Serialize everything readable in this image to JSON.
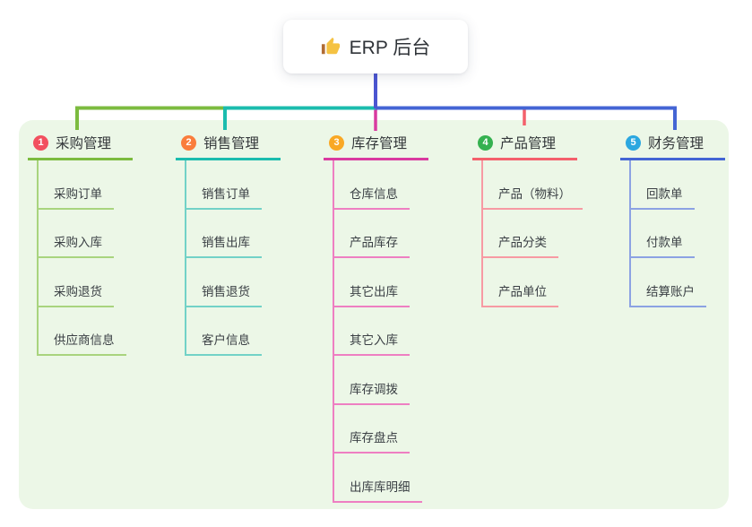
{
  "root": {
    "icon": "thumbs-up",
    "label": "ERP 后台"
  },
  "panel_color": "#ecf7e7",
  "connector": {
    "root_trunk_color": "#4b55d1"
  },
  "branches": [
    {
      "number": "1",
      "title": "采购管理",
      "colors": {
        "badge": "#f2505f",
        "line": "#7cbb3f",
        "subline": "#a9d47e"
      },
      "items": [
        "采购订单",
        "采购入库",
        "采购退货",
        "供应商信息"
      ]
    },
    {
      "number": "2",
      "title": "销售管理",
      "colors": {
        "badge": "#fa7d3c",
        "line": "#1bbcae",
        "subline": "#72d2c7"
      },
      "items": [
        "销售订单",
        "销售出库",
        "销售退货",
        "客户信息"
      ]
    },
    {
      "number": "3",
      "title": "库存管理",
      "colors": {
        "badge": "#f9a825",
        "line": "#d93aa0",
        "subline": "#ee7fc2"
      },
      "items": [
        "仓库信息",
        "产品库存",
        "其它出库",
        "其它入库",
        "库存调拨",
        "库存盘点",
        "出库库明细"
      ]
    },
    {
      "number": "4",
      "title": "产品管理",
      "colors": {
        "badge": "#35b150",
        "line": "#f4606c",
        "subline": "#f79aa3"
      },
      "items": [
        "产品（物料）",
        "产品分类",
        "产品单位"
      ]
    },
    {
      "number": "5",
      "title": "财务管理",
      "colors": {
        "badge": "#2ba7e0",
        "line": "#4465d4",
        "subline": "#8ca2e3"
      },
      "items": [
        "回款单",
        "付款单",
        "结算账户"
      ]
    }
  ]
}
